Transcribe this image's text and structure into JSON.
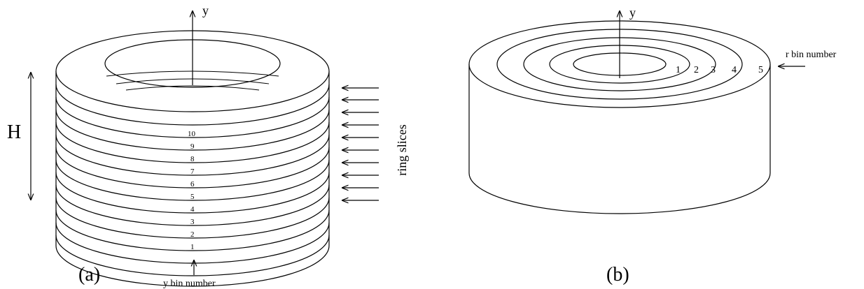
{
  "panel_a": {
    "caption": "(a)",
    "axis_label": "y",
    "height_label": "H",
    "side_label": "ring slices",
    "bottom_label": "y bin number",
    "slice_numbers": [
      "1",
      "2",
      "3",
      "4",
      "5",
      "6",
      "7",
      "8",
      "9",
      "10"
    ]
  },
  "panel_b": {
    "caption": "(b)",
    "axis_label": "y",
    "ring_label": "r bin number",
    "ring_numbers": [
      "1",
      "2",
      "3",
      "4",
      "5"
    ]
  }
}
